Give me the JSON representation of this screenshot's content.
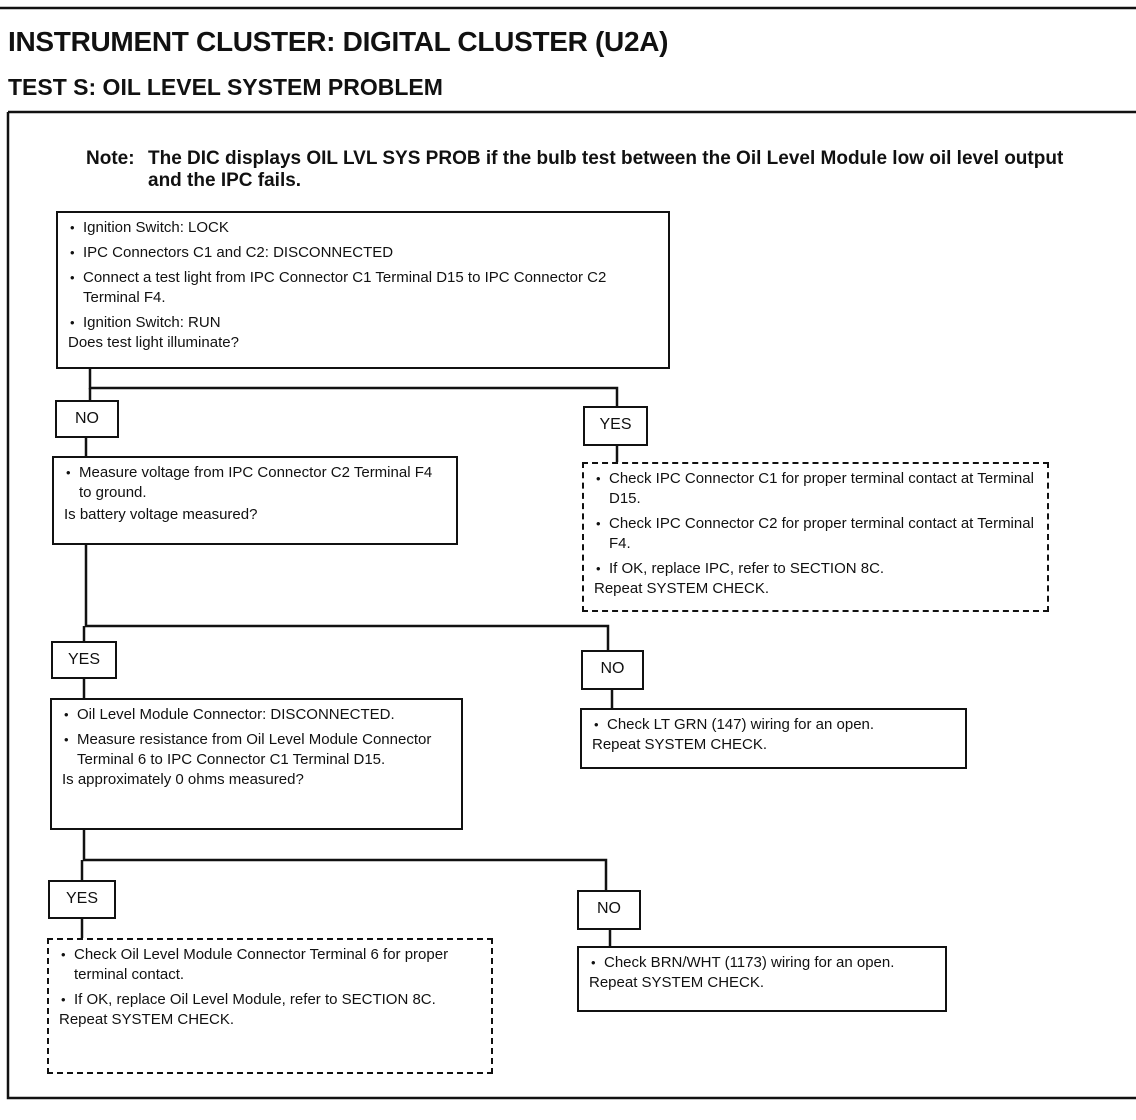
{
  "header": {
    "title": "INSTRUMENT CLUSTER:  DIGITAL CLUSTER (U2A)",
    "subtitle": "TEST S: OIL LEVEL SYSTEM PROBLEM"
  },
  "note": {
    "label": "Note:",
    "text": "The DIC displays OIL LVL SYS PROB if the bulb test between the Oil Level Module low oil level output and the IPC fails."
  },
  "step1": {
    "items": [
      "Ignition Switch: LOCK",
      "IPC Connectors C1 and C2:  DISCONNECTED",
      "Connect a test light from IPC Connector C1 Terminal D15 to IPC Connector C2 Terminal F4.",
      "Ignition Switch:  RUN"
    ],
    "question": "Does test light illuminate?"
  },
  "branch1": {
    "no": "NO",
    "yes": "YES"
  },
  "step2": {
    "items": [
      "Measure voltage from IPC Connector C2 Terminal F4 to ground."
    ],
    "question": "Is battery voltage measured?"
  },
  "result_ipc": {
    "items": [
      "Check IPC Connector C1 for proper terminal contact at Terminal D15.",
      "Check IPC Connector C2 for proper terminal contact at Terminal F4.",
      "If OK, replace IPC, refer to SECTION 8C."
    ],
    "footer": "Repeat SYSTEM CHECK."
  },
  "branch2": {
    "yes": "YES",
    "no": "NO"
  },
  "step3": {
    "items": [
      "Oil Level Module Connector:  DISCONNECTED.",
      "Measure resistance from Oil Level Module Connector Terminal 6 to IPC Connector C1 Terminal D15."
    ],
    "question": "Is approximately 0 ohms measured?"
  },
  "result_ltgrn": {
    "items": [
      "Check LT GRN (147) wiring for an open."
    ],
    "footer": "Repeat SYSTEM CHECK."
  },
  "branch3": {
    "yes": "YES",
    "no": "NO"
  },
  "result_module": {
    "items": [
      "Check Oil Level Module Connector Terminal 6 for proper terminal contact.",
      "If OK, replace Oil Level Module, refer to SECTION 8C."
    ],
    "footer": "Repeat SYSTEM CHECK."
  },
  "result_brnwht": {
    "items": [
      "Check BRN/WHT (1173) wiring for an open."
    ],
    "footer": "Repeat SYSTEM CHECK."
  }
}
